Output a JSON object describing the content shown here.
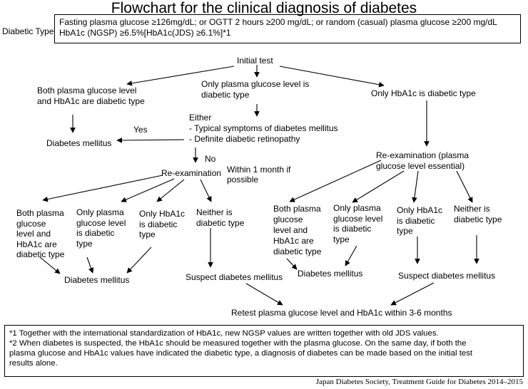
{
  "title": "Flowchart for the clinical diagnosis of diabetes",
  "diabetic_type": {
    "label": "Diabetic Type",
    "line1": "Fasting plasma glucose ≥126mg/dL; or OGTT 2  hours ≥200 mg/dL; or random (casual) plasma glucose ≥200 mg/dL",
    "line2": "HbA1c (NGSP) ≥6.5%[HbA1c(JDS) ≥6.1%]*1"
  },
  "nodes": {
    "initial_test": "Initial test",
    "both_diabetic_l1": "Both plasma glucose level",
    "both_diabetic_l2": "and HbA1c are diabetic type",
    "only_pg_l1": "Only plasma glucose level is",
    "only_pg_l2": "diabetic type",
    "only_hba1c": "Only HbA1c is diabetic type",
    "either": "Either",
    "either_item1": "- Typical symptoms of diabetes mellitus",
    "either_item2": "- Definite diabetic retinopathy",
    "yes": "Yes",
    "no": "No",
    "dm_top": "Diabetes mellitus",
    "reexam": "Re-examination",
    "within_l1": "Within 1 month if",
    "within_l2": "possible",
    "reexam_pg_l1": "Re-examination (plasma",
    "reexam_pg_l2": "glucose level essential)",
    "l_both_l1": "Both plasma",
    "l_both_l2": "glucose",
    "l_both_l3": "level and",
    "l_both_l4": "HbA1c are",
    "l_both_l5": "diabetic type",
    "l_onlypg_l1": "Only plasma",
    "l_onlypg_l2": "glucose level",
    "l_onlypg_l3": "is diabetic",
    "l_onlypg_l4": "type",
    "l_onlyh_l1": "Only HbA1c",
    "l_onlyh_l2": "is diabetic",
    "l_onlyh_l3": "type",
    "l_neither_l1": "Neither is",
    "l_neither_l2": "diabetic type",
    "r_both_l1": "Both plasma",
    "r_both_l2": "glucose",
    "r_both_l3": "level and",
    "r_both_l4": "HbA1c are",
    "r_both_l5": "diabetic type",
    "r_onlypg_l1": "Only plasma",
    "r_onlypg_l2": "glucose level",
    "r_onlypg_l3": "is diabetic",
    "r_onlypg_l4": "type",
    "r_onlyh_l1": "Only HbA1c",
    "r_onlyh_l2": "is diabetic",
    "r_onlyh_l3": "type",
    "r_neither_l1": "Neither is",
    "r_neither_l2": "diabetic type",
    "dm_left": "Diabetes mellitus",
    "dm_mid": "Diabetes mellitus",
    "suspect_left": "Suspect diabetes mellitus",
    "suspect_right": "Suspect diabetes mellitus",
    "retest": "Retest plasma glucose level and HbA1c within 3-6 months"
  },
  "footnotes": {
    "fn1": "*1 Together with the international standardization of HbA1c, new NGSP values are written together with old JDS values.",
    "fn2_l1": "*2 When diabetes is suspected, the HbA1c should be measured together with the plasma glucose. On the same day, if both the",
    "fn2_l2": "plasma glucose and HbA1c values have indicated the diabetic type, a diagnosis of diabetes can be made based on the initial test",
    "fn2_l3": "results alone."
  },
  "source": "Japan Diabetes Society, Treatment Guide for Diabetes 2014–2015"
}
